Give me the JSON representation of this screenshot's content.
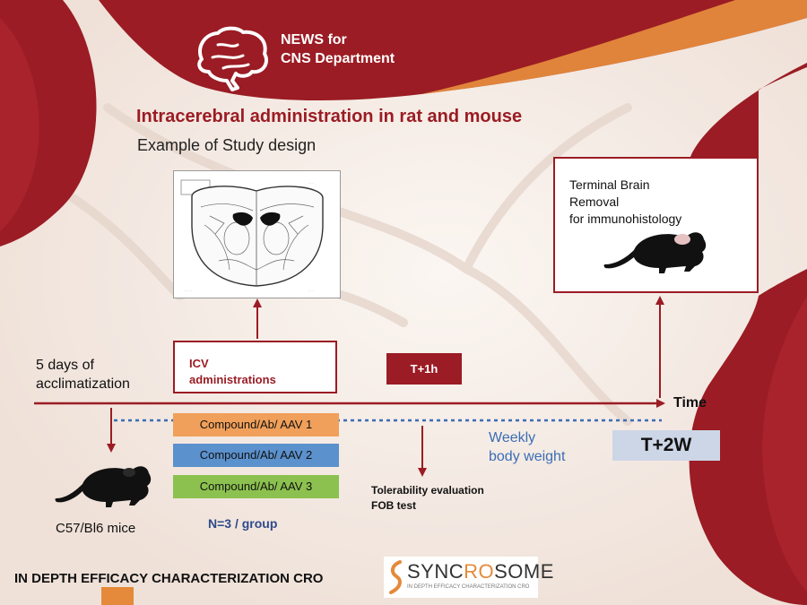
{
  "header": {
    "news_line1": "NEWS for",
    "news_line2": "CNS Department",
    "title": "Intracerebral administration in rat and mouse",
    "subtitle": "Example of Study design"
  },
  "colors": {
    "brand_red": "#9b1c24",
    "accent_orange": "#e58a3a",
    "compound_1": "#f0a05a",
    "compound_2": "#5b91cc",
    "compound_3": "#8cc14f",
    "t2w_fill": "#cdd6e6",
    "weekly_blue": "#3a6db5"
  },
  "timeline": {
    "acclimatization_line1": "5 days of",
    "acclimatization_line2": "acclimatization",
    "icv_line1": "ICV",
    "icv_line2": "administrations",
    "t_plus_1h": "T+1h",
    "t_plus_2w": "T+2W",
    "time_label": "Time",
    "terminal_line1": "Terminal Brain",
    "terminal_line2": "Removal",
    "terminal_line3": "for immunohistology",
    "weekly_line1": "Weekly",
    "weekly_line2": "body weight",
    "tolerability_line1": "Tolerability evaluation",
    "tolerability_line2": "FOB test"
  },
  "compounds": [
    "Compound/Ab/ AAV 1",
    "Compound/Ab/ AAV 2",
    "Compound/Ab/ AAV 3"
  ],
  "group_size": "N=3 / group",
  "mice_label": "C57/Bl6 mice",
  "footer": {
    "tagline": "IN DEPTH EFFICACY CHARACTERIZATION CRO",
    "logo_pre": "SYNC",
    "logo_accent": "RO",
    "logo_post": "SOME",
    "logo_subtitle": "IN DEPTH EFFICACY CHARACTERIZATION CRO"
  },
  "icons": {
    "brain": "brain-icon",
    "mouse": "mouse-icon",
    "brain_section": "brain-section-image",
    "logo_mark": "syncrosome-logo-mark"
  }
}
